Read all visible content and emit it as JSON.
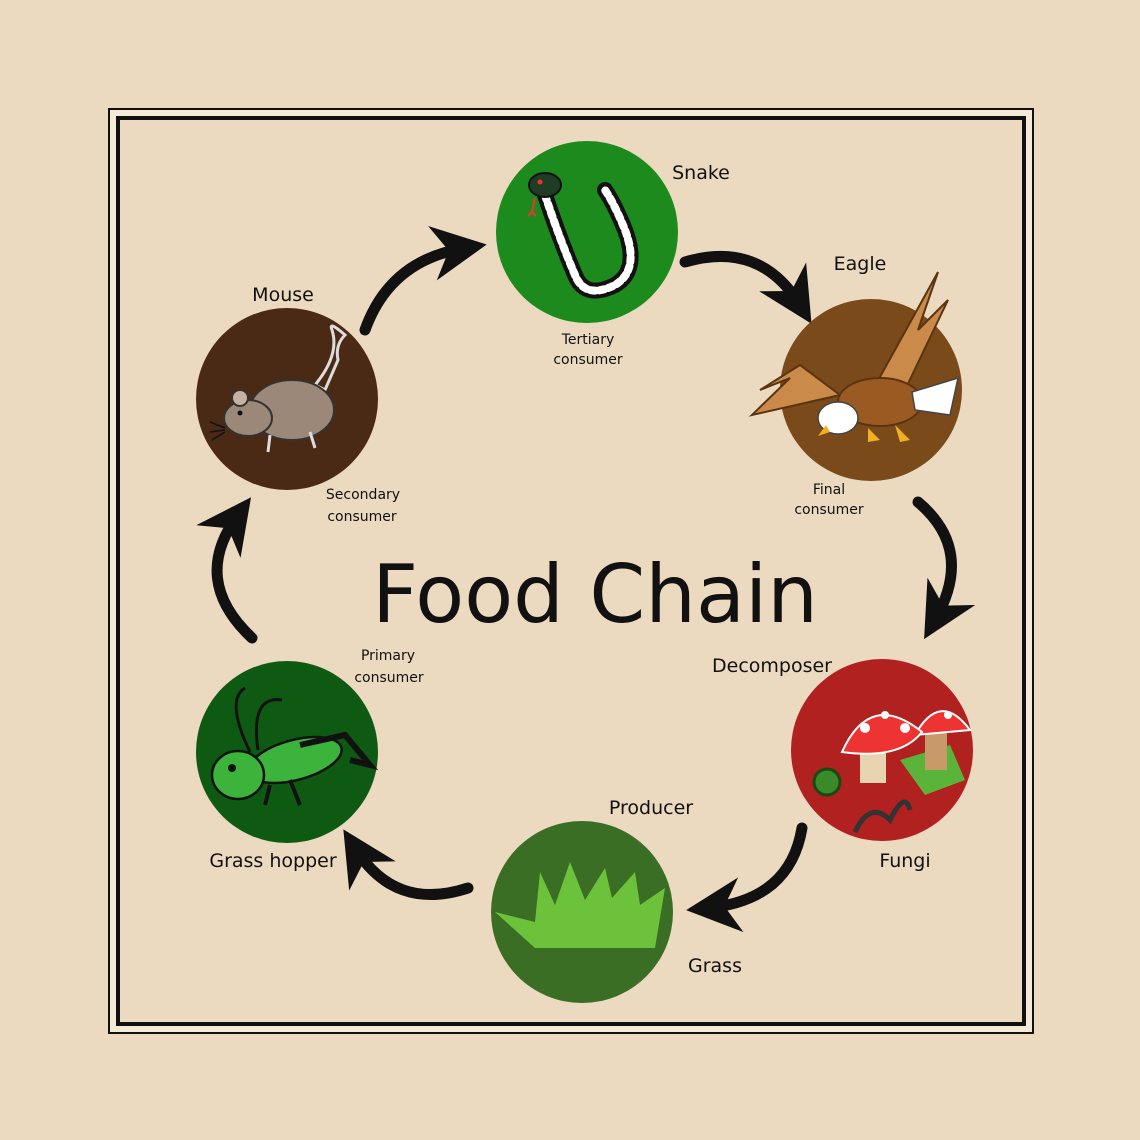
{
  "title": "Food Chain",
  "nodes": {
    "snake": {
      "name": "Snake",
      "role_line1": "Tertiary",
      "role_line2": "consumer",
      "icon": "snake-icon",
      "color": "#1c8a1c"
    },
    "eagle": {
      "name": "Eagle",
      "role_line1": "Final",
      "role_line2": "consumer",
      "icon": "eagle-icon",
      "color": "#7a4a1a"
    },
    "decomposer": {
      "name": "Fungi",
      "role_line1": "Decomposer",
      "role_line2": "",
      "icon": "mushroom-icon",
      "color": "#b0211f"
    },
    "producer": {
      "name": "Grass",
      "role_line1": "Producer",
      "role_line2": "",
      "icon": "grass-icon",
      "color": "#3a6e24"
    },
    "primary": {
      "name": "Grass hopper",
      "role_line1": "Primary",
      "role_line2": "consumer",
      "icon": "grasshopper-icon",
      "color": "#0f5a12"
    },
    "secondary": {
      "name": "Mouse",
      "role_line1": "Secondary",
      "role_line2": "consumer",
      "icon": "mouse-icon",
      "color": "#4a2a14"
    }
  },
  "colors": {
    "background": "#ecdac0",
    "arrow": "#111111"
  }
}
